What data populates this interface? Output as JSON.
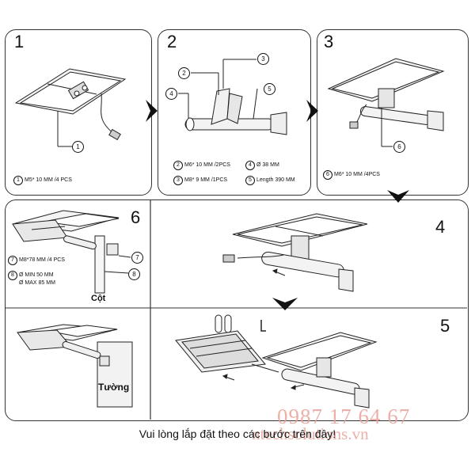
{
  "steps": {
    "s1": {
      "num": "1",
      "callout": "1",
      "spec": {
        "id": "1",
        "text": "M5* 10  MM /4 PCS"
      }
    },
    "s2": {
      "num": "2",
      "callouts": [
        "2",
        "3",
        "4",
        "5"
      ],
      "specs": [
        {
          "id": "2",
          "text": "M6* 10  MM /2PCS"
        },
        {
          "id": "4",
          "text": "Ø 38 MM"
        },
        {
          "id": "3",
          "text": "M8* 9  MM /1PCS"
        },
        {
          "id": "5",
          "text": "Length 390 MM"
        }
      ]
    },
    "s3": {
      "num": "3",
      "callout": "6",
      "spec": {
        "id": "6",
        "text": "M6* 10  MM /4PCS"
      }
    },
    "s4": {
      "num": "4"
    },
    "s5": {
      "num": "5"
    },
    "s6": {
      "num": "6",
      "callouts": [
        "7",
        "8"
      ],
      "specs": [
        {
          "id": "7",
          "text": "M8*78 MM /4 PCS"
        },
        {
          "id": "8",
          "text": "Ø MIN 50 MM"
        },
        {
          "id": "",
          "text": "Ø MAX 85 MM"
        }
      ],
      "pole_label": "Cột",
      "wall_label": "Tường"
    }
  },
  "caption": "Vui lòng lắp đặt theo các bước trên đây!",
  "watermark": {
    "phone": "0987 17 64 67",
    "site": "ntechsolutions.vn"
  }
}
